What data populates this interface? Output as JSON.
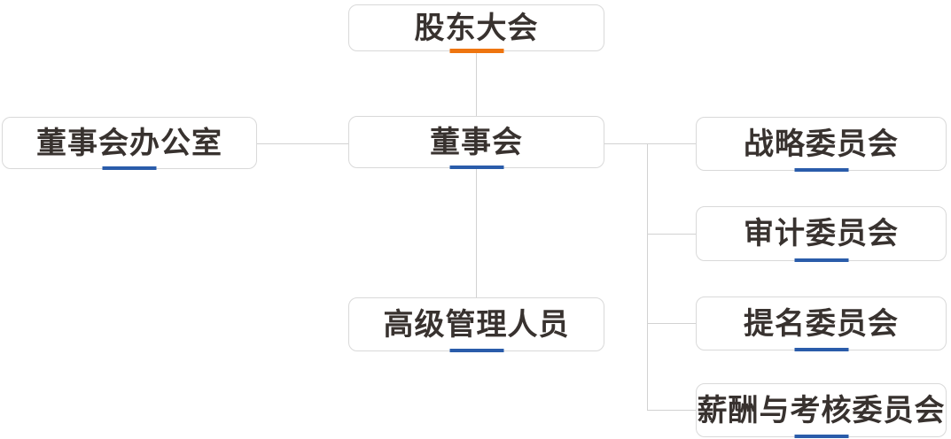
{
  "colors": {
    "accent_orange": "#ee7510",
    "accent_blue": "#2a5caa",
    "node_border": "#d9d9d9",
    "connector": "#d2d2d2",
    "text": "#38322f",
    "background": "#ffffff"
  },
  "org_chart": {
    "type": "organization-diagram",
    "nodes": [
      {
        "id": "shareholders",
        "label": "股东大会",
        "accent": "orange"
      },
      {
        "id": "board-office",
        "label": "董事会办公室",
        "accent": "blue"
      },
      {
        "id": "board",
        "label": "董事会",
        "accent": "blue"
      },
      {
        "id": "senior-management",
        "label": "高级管理人员",
        "accent": "blue"
      },
      {
        "id": "strategy-committee",
        "label": "战略委员会",
        "accent": "blue"
      },
      {
        "id": "audit-committee",
        "label": "审计委员会",
        "accent": "blue"
      },
      {
        "id": "nomination-committee",
        "label": "提名委员会",
        "accent": "blue"
      },
      {
        "id": "remuneration-committee",
        "label": "薪酬与考核委员会",
        "accent": "blue"
      }
    ],
    "edges": [
      {
        "from": "shareholders",
        "to": "board"
      },
      {
        "from": "board",
        "to": "board-office"
      },
      {
        "from": "board",
        "to": "senior-management"
      },
      {
        "from": "board",
        "to": "strategy-committee"
      },
      {
        "from": "board",
        "to": "audit-committee"
      },
      {
        "from": "board",
        "to": "nomination-committee"
      },
      {
        "from": "board",
        "to": "remuneration-committee"
      }
    ]
  }
}
